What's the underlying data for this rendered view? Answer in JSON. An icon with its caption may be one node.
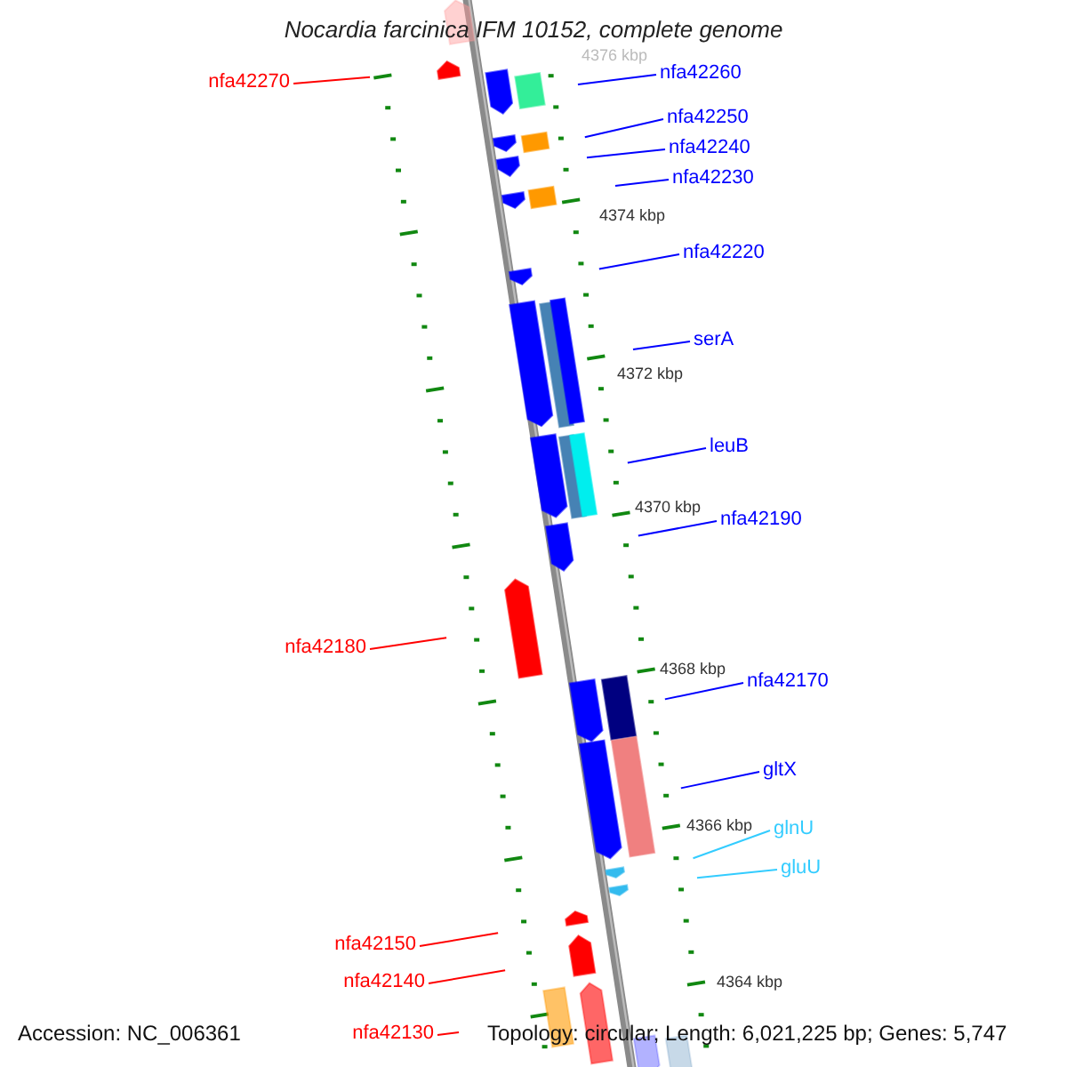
{
  "diagram": {
    "title": "Nocardia farcinica IFM 10152, complete genome",
    "nodes": [
      {
        "text": [
          "nfa42270"
        ]
      },
      {
        "text": [
          "nfa42260"
        ]
      },
      {
        "text": [
          "nfa42250"
        ]
      },
      {
        "text": [
          "nfa42240"
        ]
      },
      {
        "text": [
          "nfa42230"
        ]
      },
      {
        "text": [
          "nfa42220"
        ]
      },
      {
        "text": [
          "serA"
        ]
      },
      {
        "text": [
          "leuB"
        ]
      },
      {
        "text": [
          "nfa42190"
        ]
      },
      {
        "text": [
          "nfa42180"
        ]
      },
      {
        "text": [
          "nfa42170"
        ]
      },
      {
        "text": [
          "gltX"
        ]
      },
      {
        "text": [
          "glnU"
        ]
      },
      {
        "text": [
          "gluU"
        ]
      },
      {
        "text": [
          "nfa42150"
        ]
      },
      {
        "text": [
          "nfa42140"
        ]
      },
      {
        "text": [
          "nfa42130"
        ]
      }
    ],
    "edges": [
      {
        "from": 0,
        "to": null,
        "arrow": "none",
        "color": "#ff0000"
      },
      {
        "from": 1,
        "to": null,
        "arrow": "none"
      },
      {
        "from": 2,
        "to": null,
        "arrow": "none"
      },
      {
        "from": 3,
        "to": null,
        "arrow": "none"
      },
      {
        "from": 4,
        "to": null,
        "arrow": "none"
      },
      {
        "from": 5,
        "to": null,
        "arrow": "none"
      },
      {
        "from": 6,
        "to": null,
        "arrow": "none"
      },
      {
        "from": 7,
        "to": null,
        "arrow": "none"
      },
      {
        "from": 8,
        "to": null,
        "arrow": "none"
      },
      {
        "from": 9,
        "to": null,
        "arrow": "none",
        "color": "#ff0000"
      },
      {
        "from": 10,
        "to": null,
        "arrow": "none"
      },
      {
        "from": 11,
        "to": null,
        "arrow": "none"
      },
      {
        "from": 12,
        "to": null,
        "arrow": "none",
        "color": "#33ccff"
      },
      {
        "from": 13,
        "to": null,
        "arrow": "none",
        "color": "#33ccff"
      },
      {
        "from": 14,
        "to": null,
        "arrow": "none",
        "color": "#ff0000"
      },
      {
        "from": 15,
        "to": null,
        "arrow": "none",
        "color": "#ff0000"
      },
      {
        "from": 16,
        "to": null,
        "arrow": "none",
        "color": "#ff0000"
      }
    ],
    "labels": [
      "4376 kbp",
      "4374 kbp",
      "4372 kbp",
      "4370 kbp",
      "4368 kbp",
      "4366 kbp",
      "4364 kbp",
      "Accession: NC_006361",
      "Topology: circular; Length: 6,021,225 bp; Genes: 5,747"
    ]
  }
}
